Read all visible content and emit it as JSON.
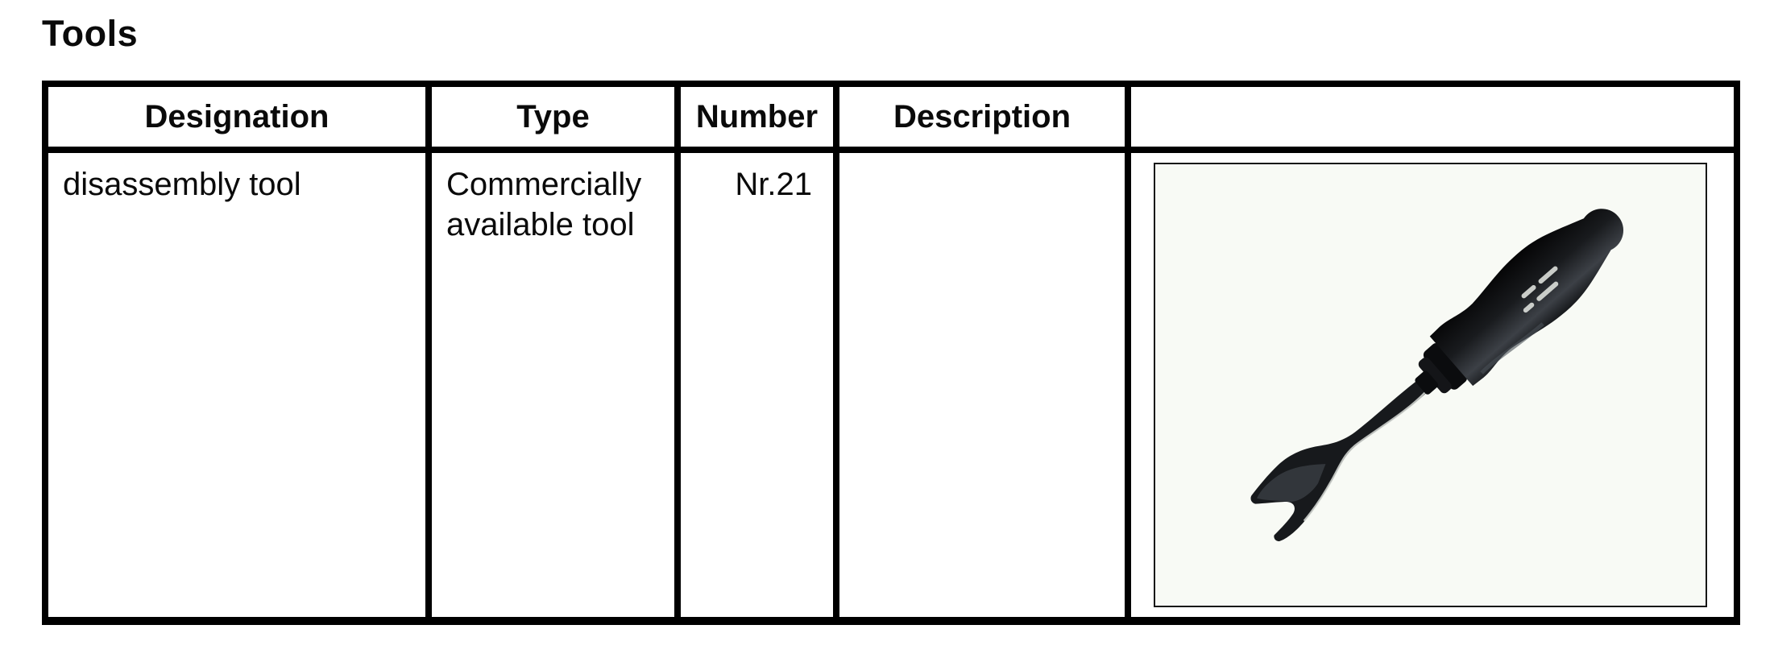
{
  "title": "Tools",
  "table": {
    "headers": [
      "Designation",
      "Type",
      "Number",
      "Description",
      ""
    ],
    "row": {
      "designation": "disassembly tool",
      "type": "Commercially available tool",
      "number": "Nr.21",
      "description": ""
    },
    "image": {
      "name": "disassembly-tool-photo",
      "depicts": "black-handled trim/clip disassembly tool with curved shaft and forked tip"
    }
  },
  "colors": {
    "page_bg": "#ffffff",
    "border": "#000000",
    "text": "#0a0a0a",
    "photo_bg": "#f8faf5",
    "tool_black": "#101113",
    "tool_gray": "#3c4046",
    "tool_highlight": "#d7dbd6"
  }
}
